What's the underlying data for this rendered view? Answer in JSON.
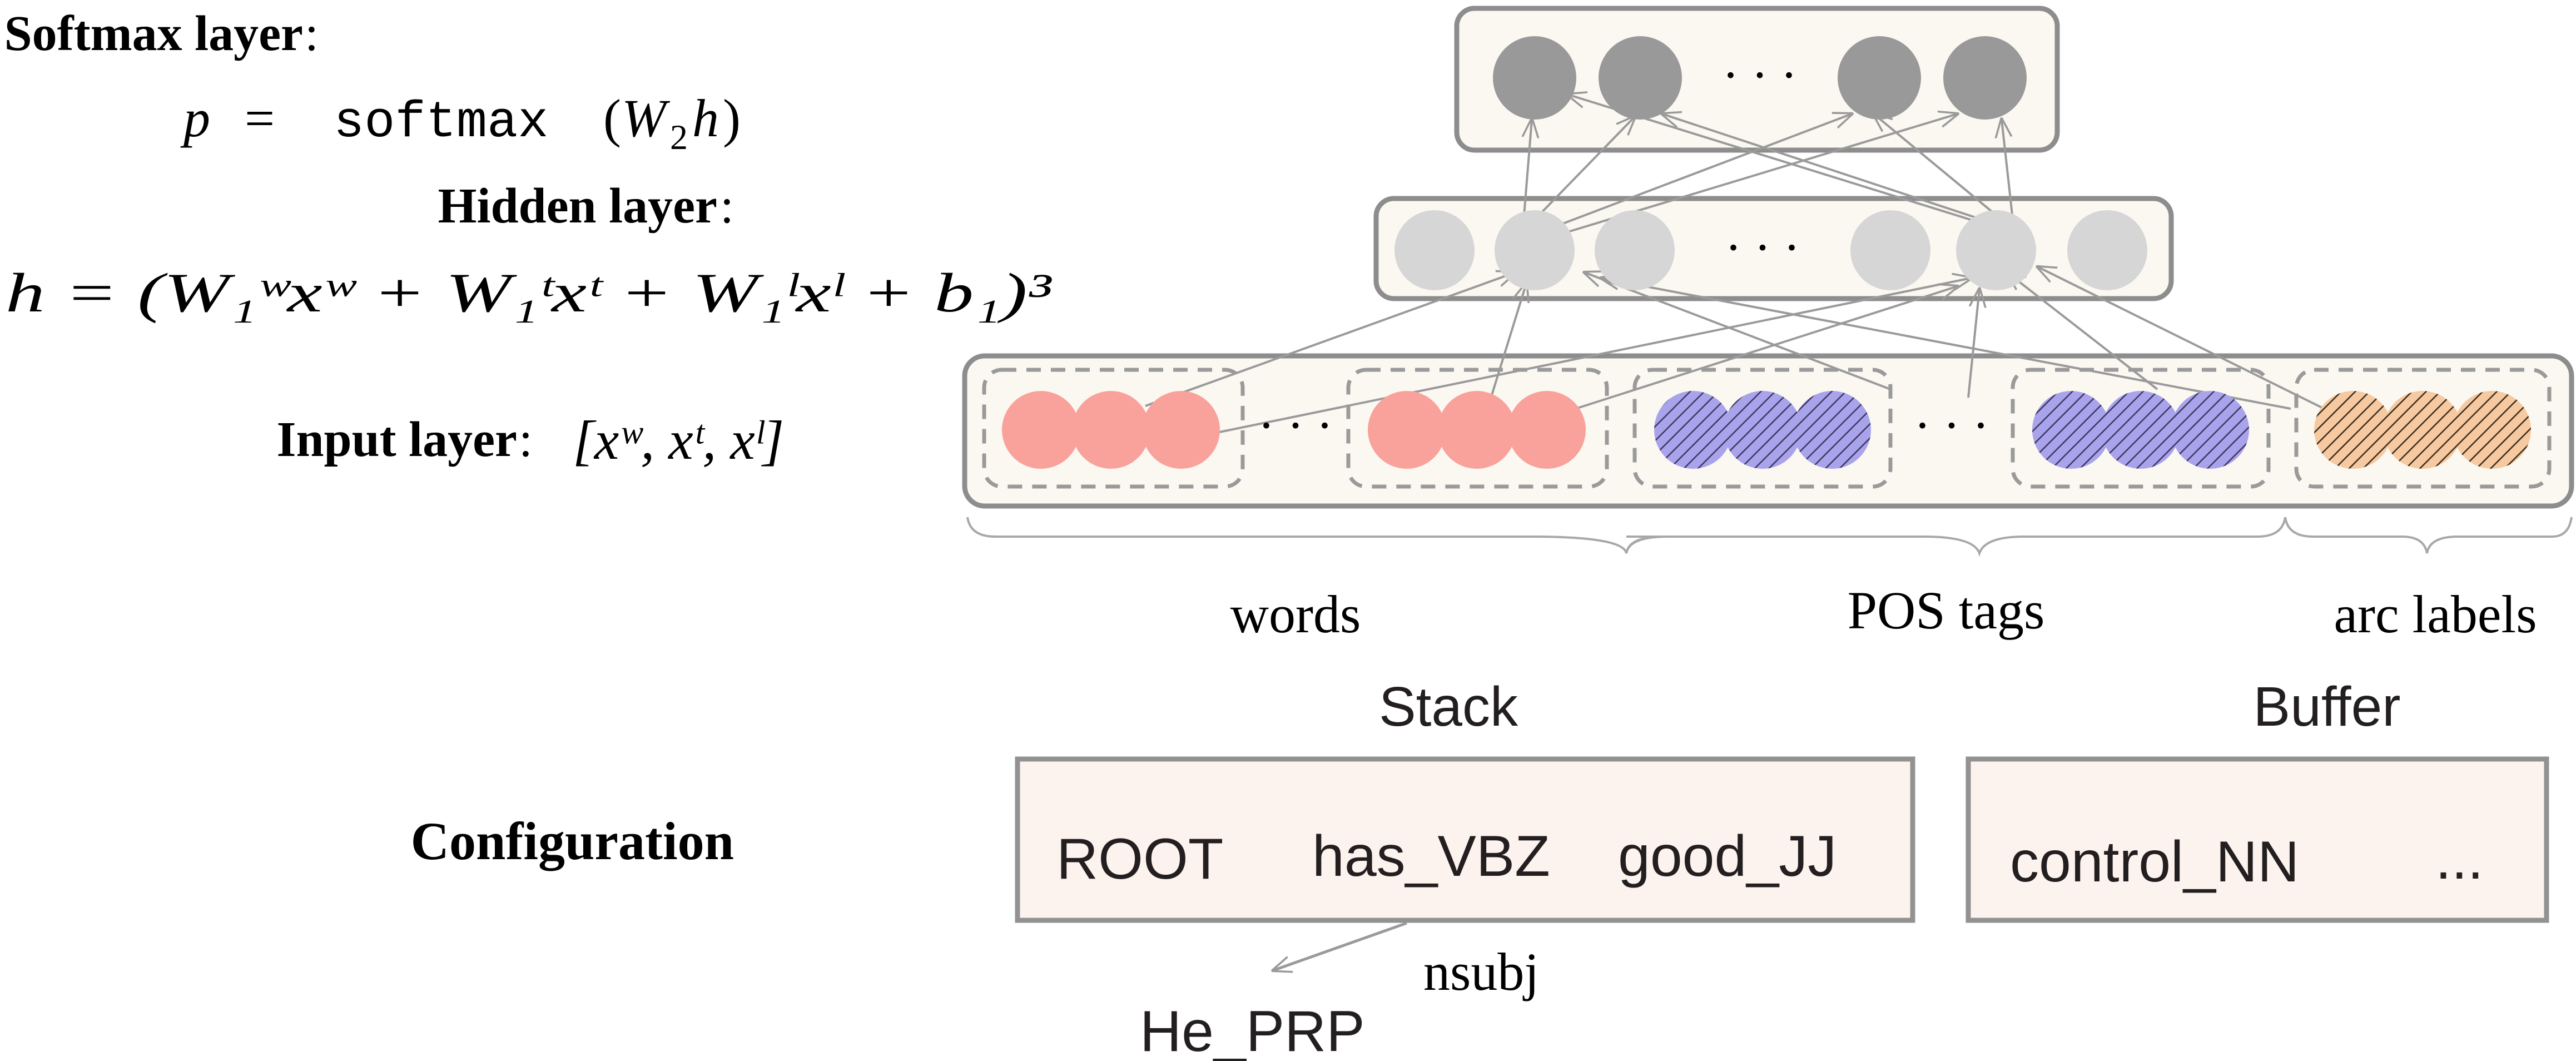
{
  "labels": {
    "softmax_title": "Softmax layer",
    "softmax_colon": ":",
    "softmax_eq_p": "p",
    "softmax_eq_eq": "=",
    "softmax_eq_fn": "softmax",
    "softmax_eq_arg_w": "W",
    "softmax_eq_arg_sub": "2",
    "softmax_eq_arg_h": "h",
    "hidden_title": "Hidden layer",
    "hidden_colon": ":",
    "hidden_equation": "h = (W₁ʷxʷ + W₁ᵗxᵗ + W₁ˡxˡ + b₁)³",
    "input_title": "Input layer",
    "input_colon": ":",
    "input_vector": "[xʷ, xᵗ, xˡ]",
    "configuration_title": "Configuration"
  },
  "layers": {
    "softmax_dots": "· · ·",
    "hidden_dots": "· · ·",
    "input_dots_1": "· · ·",
    "input_dots_2": "· · ·"
  },
  "groups": {
    "words": "words",
    "pos_tags": "POS tags",
    "arc_labels": "arc labels"
  },
  "configuration": {
    "stack_label": "Stack",
    "buffer_label": "Buffer",
    "stack_items": [
      "ROOT",
      "has_VBZ",
      "good_JJ"
    ],
    "buffer_items": [
      "control_NN",
      "..."
    ],
    "dependent": "He_PRP",
    "arc_label": "nsubj"
  },
  "colors": {
    "words_fill": "#f9a29b",
    "pos_fill": "#a9a3ec",
    "pos_hatch": "#3d3760",
    "arc_fill": "#f6c9a0",
    "arc_hatch": "#3a2d1d",
    "softmax_node": "#999999",
    "hidden_node": "#d6d6d6",
    "layer_box_fill": "#fbf8f2",
    "layer_box_stroke": "#8d8d8d",
    "config_box_fill": "#fdf3ee",
    "config_box_stroke": "#929292"
  }
}
